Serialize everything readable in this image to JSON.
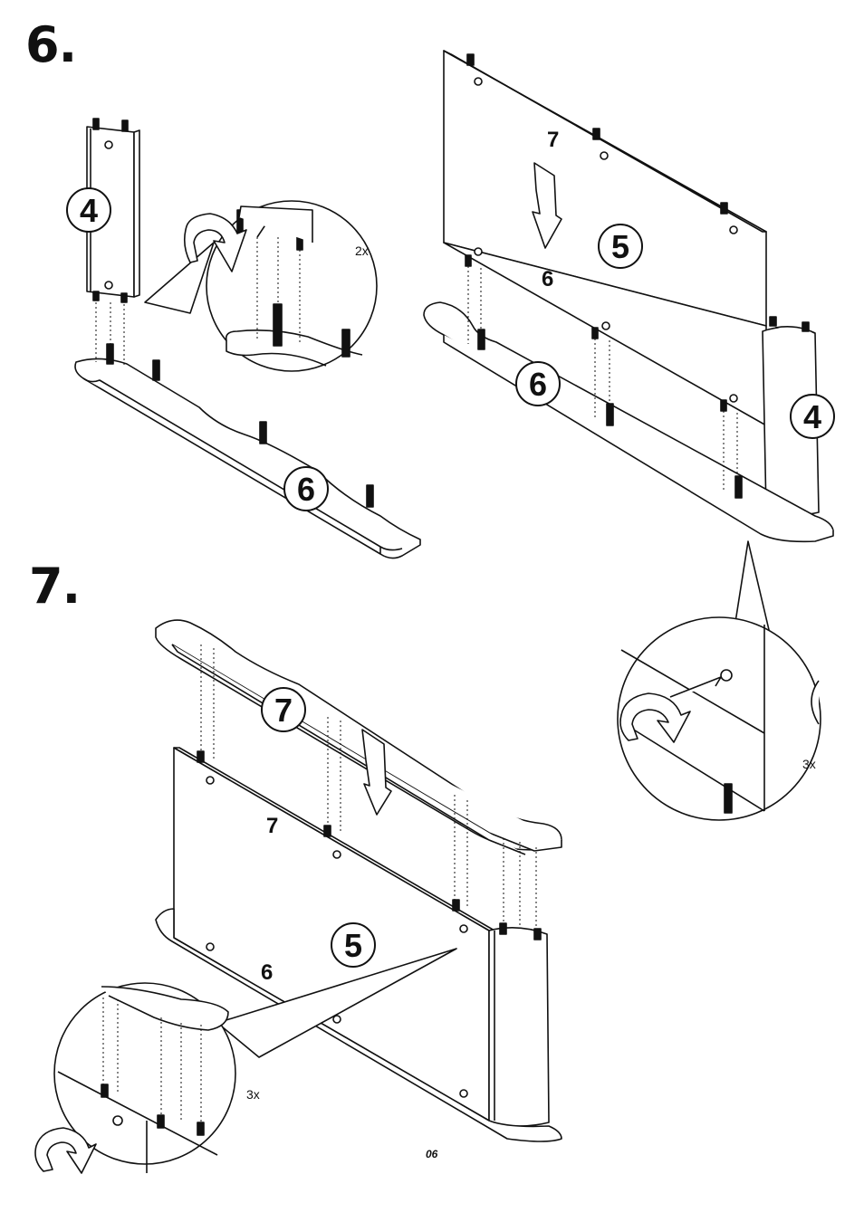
{
  "steps": [
    {
      "number": "6.",
      "part_badges": [
        "4",
        "6",
        "5",
        "6",
        "4"
      ],
      "part_labels": [
        "7",
        "6"
      ],
      "qty_labels": [
        "2x",
        "3x"
      ]
    },
    {
      "number": "7.",
      "part_badges": [
        "7",
        "5"
      ],
      "part_labels": [
        "7",
        "6"
      ],
      "qty_labels": [
        "3x"
      ]
    }
  ],
  "page_number": "06",
  "icons": [
    "arrow-down-icon",
    "screwdriver-rotate-icon",
    "cam-bolt-icon",
    "wooden-dowel-icon"
  ]
}
